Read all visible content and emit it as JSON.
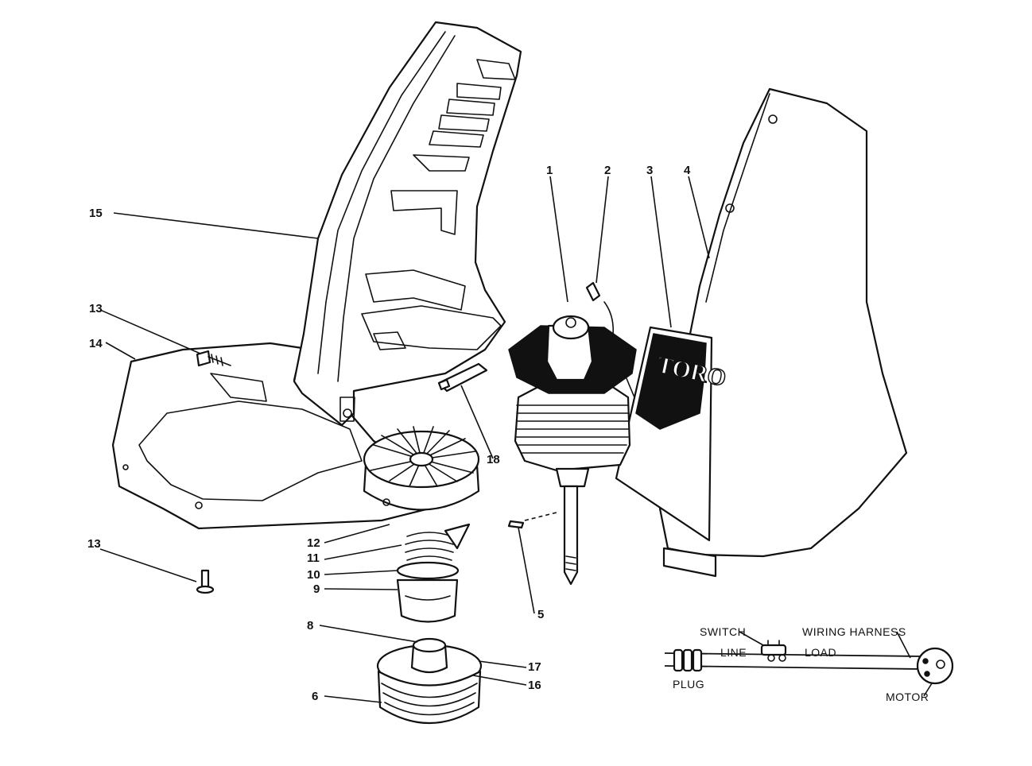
{
  "callouts": {
    "c1": "1",
    "c2": "2",
    "c3": "3",
    "c4": "4",
    "c5": "5",
    "c6": "6",
    "c8": "8",
    "c9": "9",
    "c10": "10",
    "c11": "11",
    "c12": "12",
    "c13a": "13",
    "c13b": "13",
    "c14": "14",
    "c15": "15",
    "c16": "16",
    "c17": "17",
    "c18": "18"
  },
  "logo": "TORO",
  "wiring": {
    "switch": "SWITCH",
    "wiring_harness": "WIRING HARNESS",
    "line": "LINE",
    "load": "LOAD",
    "plug": "PLUG",
    "motor": "MOTOR"
  }
}
